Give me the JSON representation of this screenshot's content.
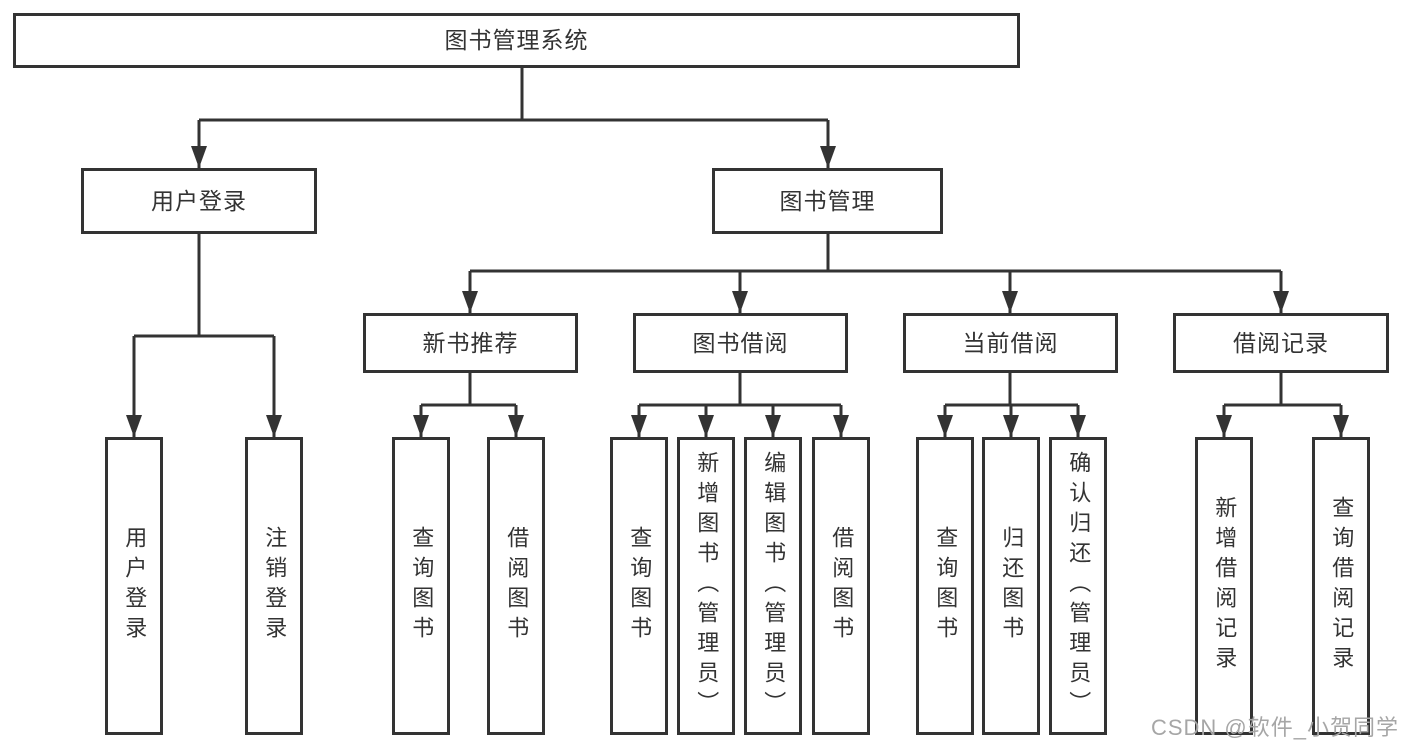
{
  "diagram": {
    "watermark": "CSDN @软件_小贺同学",
    "colors": {
      "line": "#333333",
      "box_border": "#333333",
      "box_fill": "#ffffff",
      "text": "#333333",
      "watermark": "#a6a6a6",
      "background": "#ffffff"
    },
    "tree": {
      "label": "图书管理系统",
      "children": [
        {
          "label": "用户登录",
          "children": [
            {
              "label": "用户登录"
            },
            {
              "label": "注销登录"
            }
          ]
        },
        {
          "label": "图书管理",
          "children": [
            {
              "label": "新书推荐",
              "children": [
                {
                  "label": "查询图书"
                },
                {
                  "label": "借阅图书"
                }
              ]
            },
            {
              "label": "图书借阅",
              "children": [
                {
                  "label": "查询图书"
                },
                {
                  "label": "新增图书（管理员）"
                },
                {
                  "label": "编辑图书（管理员）"
                },
                {
                  "label": "借阅图书"
                }
              ]
            },
            {
              "label": "当前借阅",
              "children": [
                {
                  "label": "查询图书"
                },
                {
                  "label": "归还图书"
                },
                {
                  "label": "确认归还（管理员）"
                }
              ]
            },
            {
              "label": "借阅记录",
              "children": [
                {
                  "label": "新增借阅记录"
                },
                {
                  "label": "查询借阅记录"
                }
              ]
            }
          ]
        }
      ]
    }
  }
}
